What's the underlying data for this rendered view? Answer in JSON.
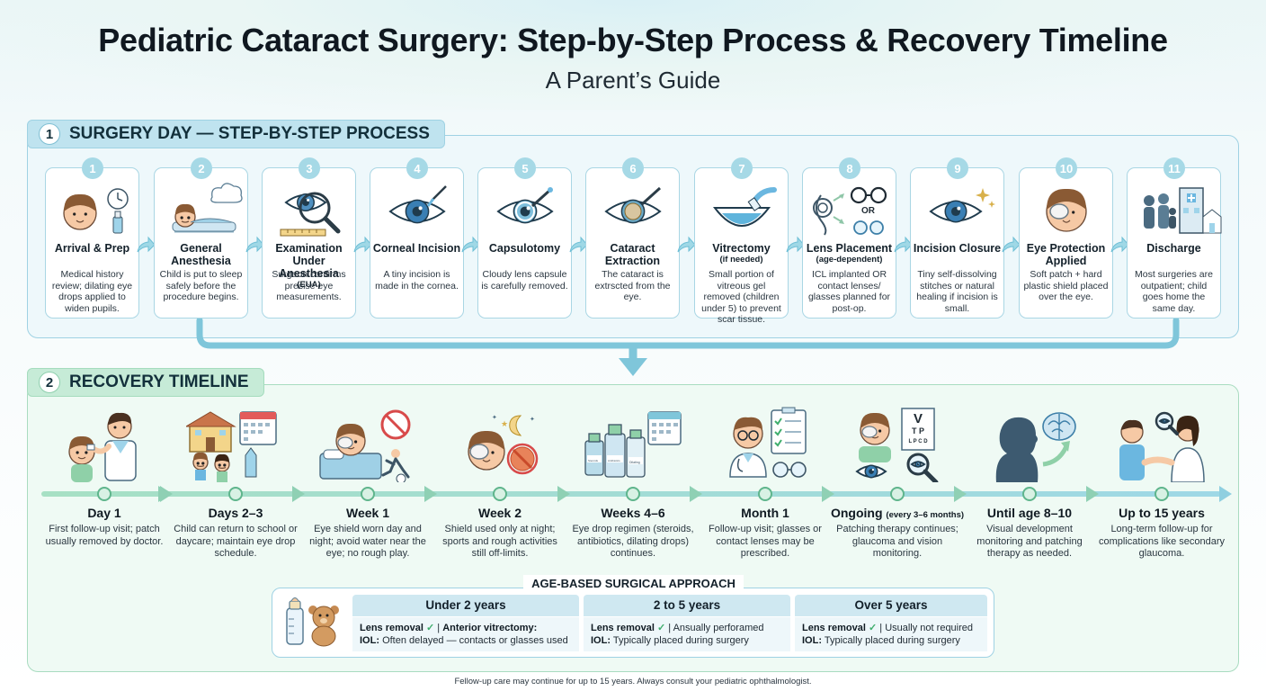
{
  "header": {
    "title": "Pediatric Cataract Surgery: Step-by-Step Process & Recovery Timeline",
    "subtitle": "A Parent’s Guide"
  },
  "section1": {
    "num": "1",
    "label": "SURGERY DAY — STEP-BY-STEP PROCESS",
    "steps": [
      {
        "num": "1",
        "title": "Arrival & Prep",
        "desc": "Medical history review; dilating eye drops applied to widen pupils."
      },
      {
        "num": "2",
        "title": "General Anesthesia",
        "desc": "Child is put to sleep safely before the procedure begins."
      },
      {
        "num": "3",
        "title": "Examination Under Anesthesia",
        "note": "(EUA)",
        "desc": "Surgeon confirms precise eye measurements."
      },
      {
        "num": "4",
        "title": "Corneal Incision",
        "desc": "A tiny incision is made in the cornea."
      },
      {
        "num": "5",
        "title": "Capsulotomy",
        "desc": "Cloudy lens capsule is carefully removed."
      },
      {
        "num": "6",
        "title": "Cataract Extraction",
        "desc": "The cataract is extrscted from the eye."
      },
      {
        "num": "7",
        "title": "Vitrectomy",
        "note": "(if needed)",
        "desc": "Small portion of vitreous gel removed (children under 5) to prevent scar tissue."
      },
      {
        "num": "8",
        "title": "Lens Placement",
        "note": "(age-dependent)",
        "desc": "ICL implanted OR contact lenses/ glasses planned for post-op.",
        "icon_text": "OR"
      },
      {
        "num": "9",
        "title": "Incision Closure",
        "desc": "Tiny self-dissolving stitches or natural healing if incision is small."
      },
      {
        "num": "10",
        "title": "Eye Protection Applied",
        "desc": "Soft patch + hard plastic shield placed over the eye."
      },
      {
        "num": "11",
        "title": "Discharge",
        "desc": "Most surgeries are outpatient; child goes home the same day."
      }
    ]
  },
  "section2": {
    "num": "2",
    "label": "RECOVERY TIMELINE",
    "milestones": [
      {
        "label": "Day 1",
        "desc": "First follow-up visit; patch usually removed by doctor."
      },
      {
        "label": "Days 2–3",
        "desc": "Child can return to school or daycare; maintain eye drop schedule."
      },
      {
        "label": "Week 1",
        "desc": "Eye shield worn day and night; avoid water near the eye; no rough play."
      },
      {
        "label": "Week 2",
        "desc": "Shield used only at night; sports and rough activities still off-limits."
      },
      {
        "label": "Weeks 4–6",
        "desc": "Eye drop regimen (steroids, antibiotics, dilating drops) continues.",
        "bottles": [
          "Steroids",
          "Antibiotics",
          "Dilating"
        ]
      },
      {
        "label": "Month 1",
        "desc": "Follow-up visit; glasses or contact lenses may be prescribed."
      },
      {
        "label": "Ongoing",
        "note": "(every 3–6 months)",
        "desc": "Patching therapy continues; glaucoma and vision monitoring.",
        "chart_letters": [
          "V",
          "T P",
          "L P C D"
        ]
      },
      {
        "label": "Until age 8–10",
        "desc": "Visual development monitoring and patching therapy as needed."
      },
      {
        "label": "Up to 15 years",
        "desc": "Long-term follow-up for complications like secondary glaucoma."
      }
    ]
  },
  "age_approach": {
    "title": "AGE-BASED SURGICAL APPROACH",
    "columns": [
      {
        "header": "Under 2 years",
        "line1_bold": "Lens removal",
        "line1_rest_bold": "Anterior vitrectomy:",
        "line1_rest": "",
        "line2_bold": "IOL:",
        "line2": "Often delayed — contacts or glasses used"
      },
      {
        "header": "2 to 5 years",
        "line1_bold": "Lens removal",
        "line1_rest_bold": "",
        "line1_rest": "Ansually perforamed",
        "line2_bold": "IOL:",
        "line2": "Typically placed during surgery"
      },
      {
        "header": "Over 5 years",
        "line1_bold": "Lens removal",
        "line1_rest_bold": "",
        "line1_rest": "Usually not required",
        "line2_bold": "IOL:",
        "line2": "Typically placed during surgery"
      }
    ]
  },
  "footer": "Fellow-up care may continue for up to 15 years. Always consult your pediatric ophthalmologist.",
  "colors": {
    "panel1": "#eef8fb",
    "panel2": "#effaf4",
    "accent_blue": "#a6d9e6",
    "accent_green": "#5fb58c",
    "check": "#3fae6d"
  }
}
